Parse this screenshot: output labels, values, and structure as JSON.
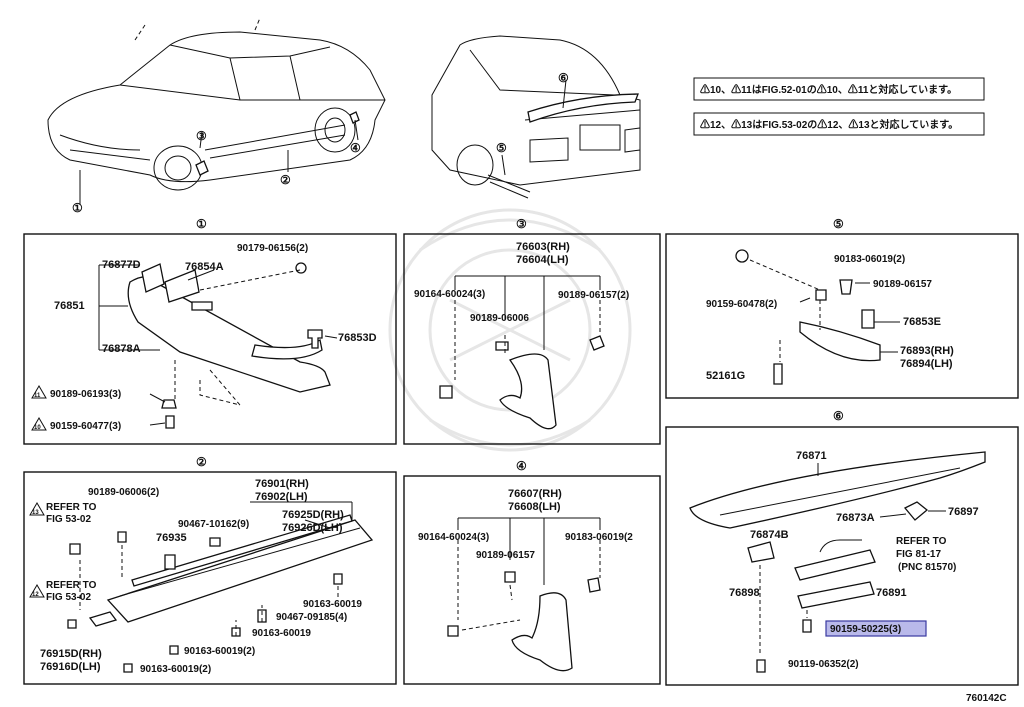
{
  "notes": [
    "⚠10、⚠11はFIG.52-01の⚠10、⚠11と対応しています。",
    "⚠12、⚠13はFIG.53-02の⚠12、⚠13と対応しています。"
  ],
  "overview_callouts": [
    "①",
    "②",
    "③",
    "④",
    "⑤",
    "⑥"
  ],
  "section_titles": [
    "①",
    "③",
    "⑤",
    "②",
    "④",
    "⑥"
  ],
  "sections": {
    "s1": {
      "labels": [
        "76877D",
        "76854A",
        "90179-06156(2)",
        "76851",
        "76853D",
        "76878A",
        "90189-06193(3)",
        "90159-60477(3)"
      ],
      "warn_marks": [
        "11",
        "10"
      ]
    },
    "s3": {
      "labels": [
        "76603(RH)",
        "76604(LH)",
        "90164-60024(3)",
        "90189-06157(2)",
        "90189-06006"
      ]
    },
    "s5": {
      "labels": [
        "90183-06019(2)",
        "90189-06157",
        "90159-60478(2)",
        "76853E",
        "76893(RH)",
        "76894(LH)",
        "52161G"
      ]
    },
    "s2": {
      "labels": [
        "90189-06006(2)",
        "76901(RH)",
        "76902(LH)",
        "REFER TO",
        "FIG 53-02",
        "76925D(RH)",
        "76926D(LH)",
        "90467-10162(9)",
        "76935",
        "REFER TO",
        "FIG 53-02",
        "90163-60019",
        "90467-09185(4)",
        "90163-60019",
        "90163-60019(2)",
        "76915D(RH)",
        "76916D(LH)",
        "90163-60019(2)"
      ],
      "warn_marks": [
        "13",
        "12"
      ]
    },
    "s4": {
      "labels": [
        "76607(RH)",
        "76608(LH)",
        "90164-60024(3)",
        "90183-06019(2",
        "90189-06157"
      ]
    },
    "s6": {
      "labels": [
        "76871",
        "76873A",
        "76897",
        "76874B",
        "REFER TO",
        "FIG 81-17",
        "(PNC 81570)",
        "76898",
        "76891",
        "90159-50225(3)",
        "90119-06352(2)"
      ],
      "highlight": "90159-50225(3)",
      "highlight_color": "#b9b9ea"
    }
  },
  "figure_code": "760142C"
}
